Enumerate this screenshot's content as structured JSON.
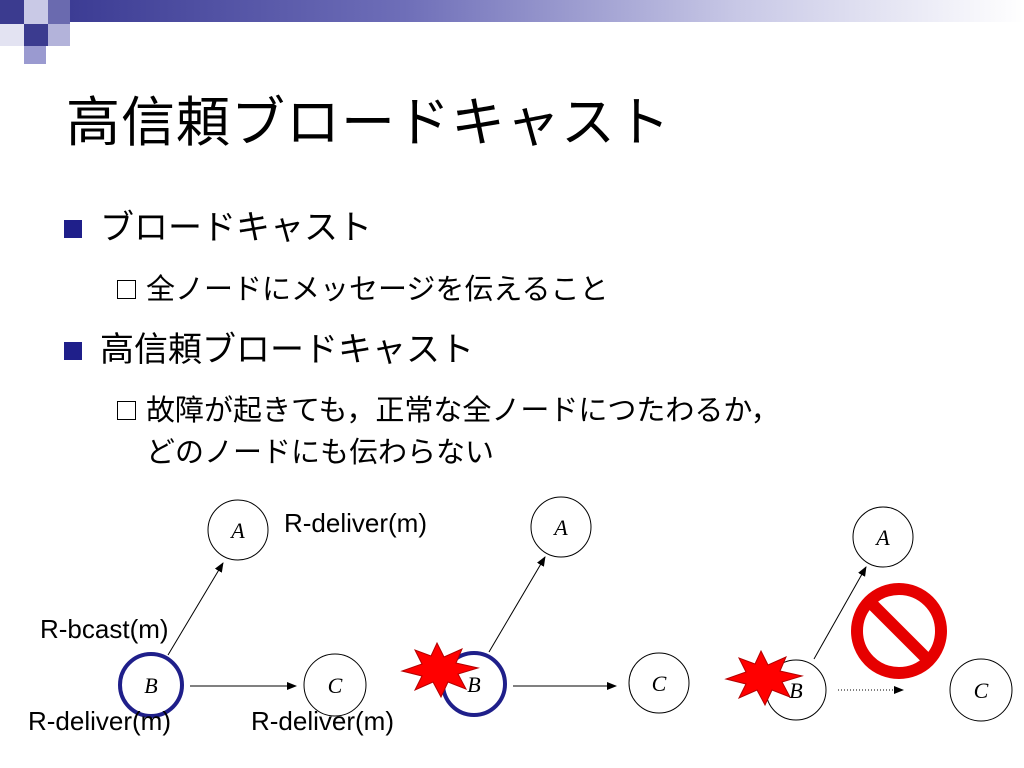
{
  "slide": {
    "title": "高信頼ブロードキャスト",
    "bullets": [
      {
        "text": "ブロードキャスト",
        "sub": [
          {
            "line1": "全ノードにメッセージを伝えること"
          }
        ]
      },
      {
        "text": "高信頼ブロードキャスト",
        "sub": [
          {
            "line1": "故障が起きても，正常な全ノードにつたわるか，",
            "line2": "どのノードにも伝わらない"
          }
        ]
      }
    ]
  },
  "diagram": {
    "node_a": "A",
    "node_b": "B",
    "node_c": "C",
    "labels": {
      "r_deliver_top": "R-deliver(m)",
      "r_bcast": "R-bcast(m)",
      "r_deliver_b": "R-deliver(m)",
      "r_deliver_c": "R-deliver(m)"
    }
  },
  "colors": {
    "accent_navy": "#1f1f8a",
    "header_blue": "#4a4a9c",
    "crash_red": "#ff0000",
    "prohibit_red": "#e60000"
  }
}
